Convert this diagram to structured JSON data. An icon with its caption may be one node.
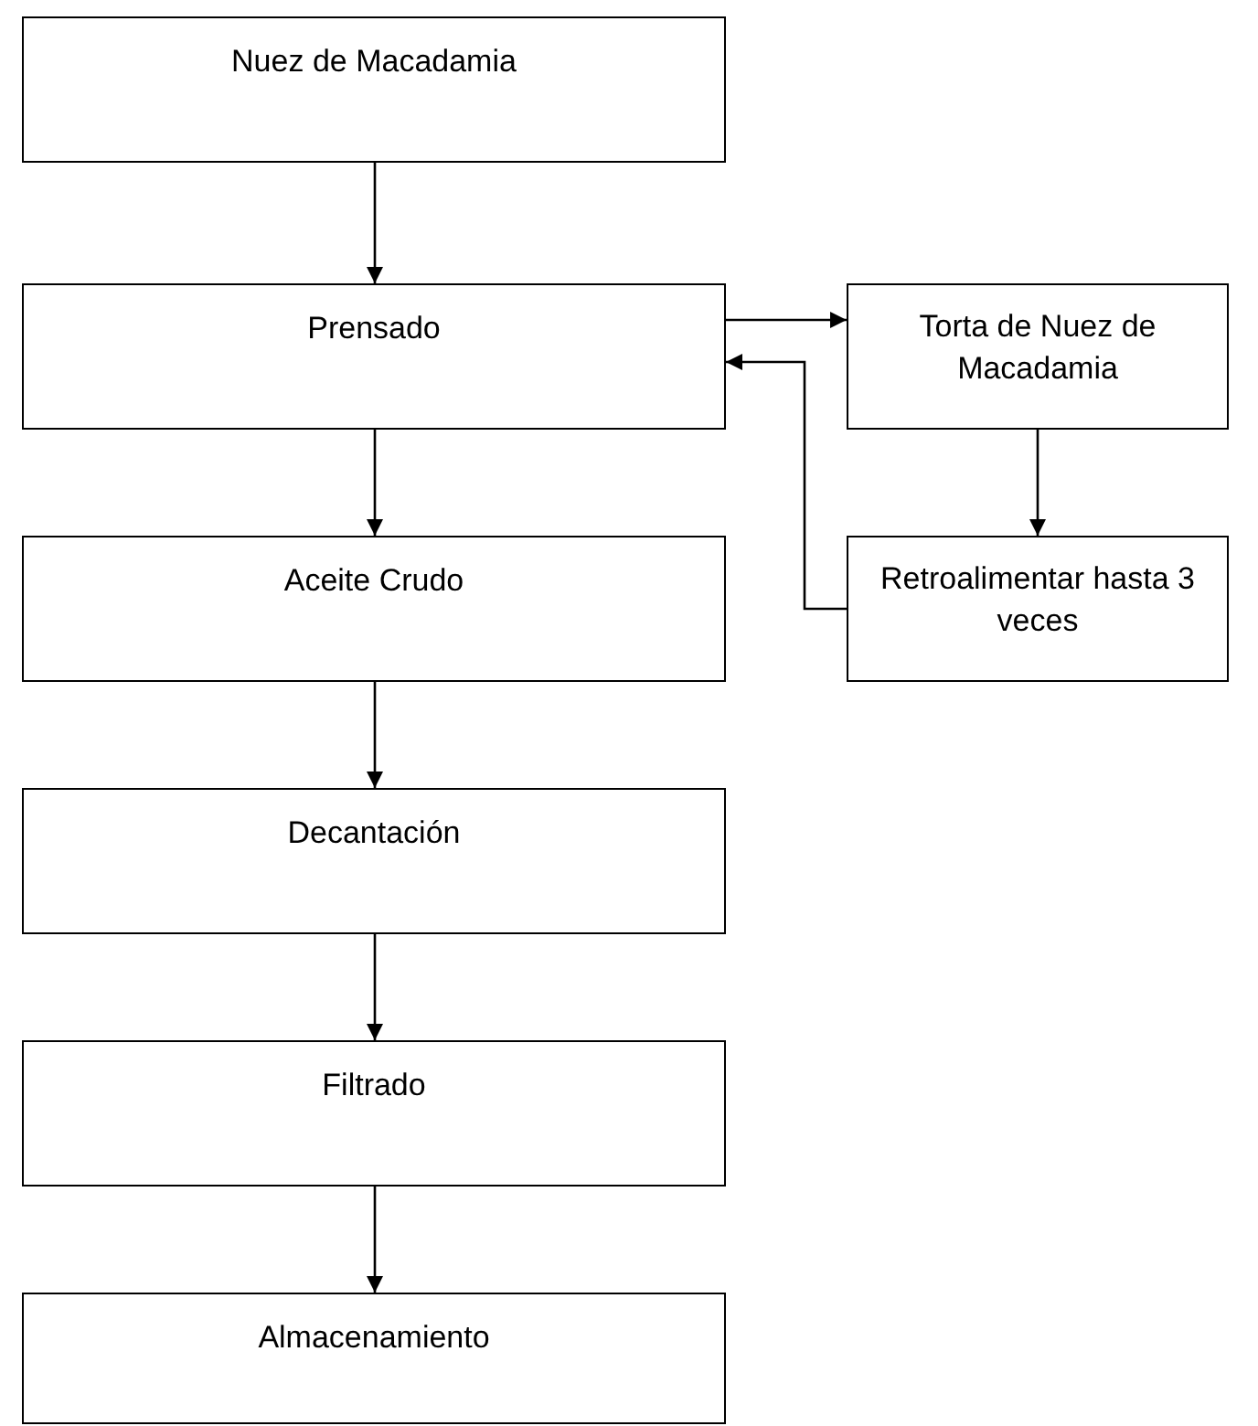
{
  "diagram": {
    "nodes": [
      {
        "text": [
          "Nuez de Macadamia"
        ]
      },
      {
        "text": [
          "Prensado"
        ]
      },
      {
        "text": [
          "Torta de Nuez de Macadamia"
        ]
      },
      {
        "text": [
          "Aceite Crudo"
        ]
      },
      {
        "text": [
          "Retroalimentar hasta 3 veces"
        ]
      },
      {
        "text": [
          "Decantación"
        ]
      },
      {
        "text": [
          "Filtrado"
        ]
      },
      {
        "text": [
          "Almacenamiento"
        ]
      }
    ],
    "edges": [
      {
        "from": 0,
        "to": 1,
        "arrow": "to"
      },
      {
        "from": 1,
        "to": 2,
        "arrow": "to"
      },
      {
        "from": 2,
        "to": 4,
        "arrow": "to"
      },
      {
        "from": 4,
        "to": 1,
        "arrow": "to"
      },
      {
        "from": 1,
        "to": 3,
        "arrow": "to"
      },
      {
        "from": 3,
        "to": 5,
        "arrow": "to"
      },
      {
        "from": 5,
        "to": 6,
        "arrow": "to"
      },
      {
        "from": 6,
        "to": 7,
        "arrow": "to"
      }
    ]
  }
}
